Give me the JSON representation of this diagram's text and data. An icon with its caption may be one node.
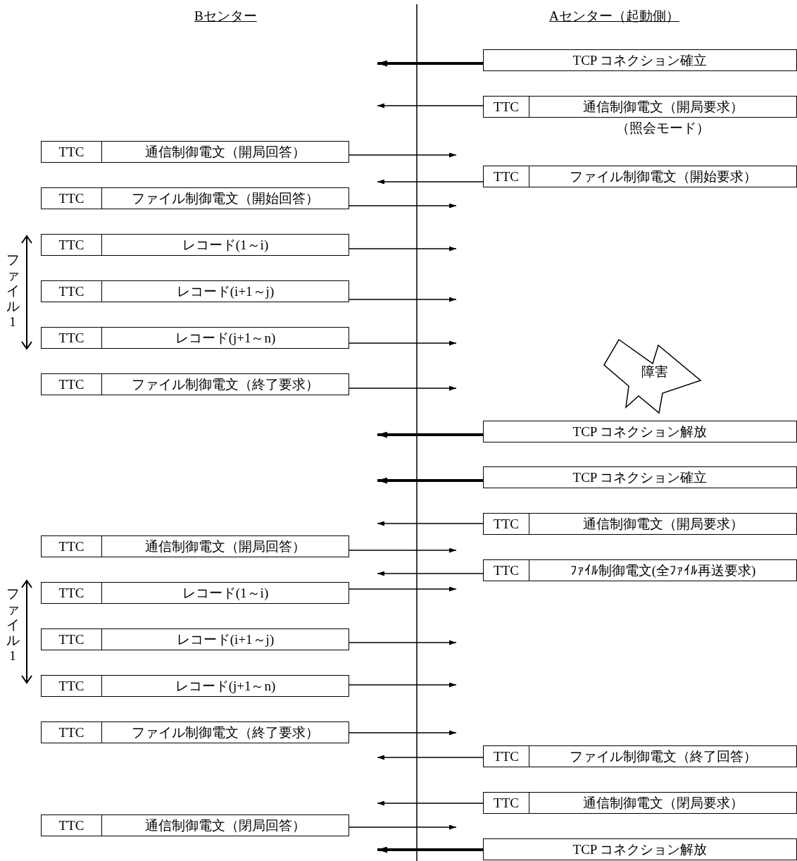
{
  "diagram": {
    "nodes": [
      {
        "text": [
          "TCP コネクション確立"
        ]
      },
      {
        "text": [
          "TTC",
          "通信制御電文（開局要求）"
        ],
        "beside": [
          "（照会モード）"
        ]
      },
      {
        "text": [
          "TTC",
          "通信制御電文（開局回答）"
        ]
      },
      {
        "text": [
          "TTC",
          "ファイル制御電文（開始要求）"
        ]
      },
      {
        "text": [
          "TTC",
          "ファイル制御電文（開始回答）"
        ]
      },
      {
        "text": [
          "TTC",
          "レコード(1～i)"
        ]
      },
      {
        "text": [
          "TTC",
          "レコード(i+1～j)"
        ]
      },
      {
        "text": [
          "TTC",
          "レコード(j+1～n)"
        ]
      },
      {
        "text": [
          "TTC",
          "ファイル制御電文（終了要求）"
        ]
      },
      {
        "text": [
          "障害"
        ]
      },
      {
        "text": [
          "TCP コネクション解放"
        ]
      },
      {
        "text": [
          "TCP コネクション確立"
        ]
      },
      {
        "text": [
          "TTC",
          "通信制御電文（開局要求）"
        ]
      },
      {
        "text": [
          "TTC",
          "通信制御電文（開局回答）"
        ]
      },
      {
        "text": [
          "TTC",
          "ﾌｧｲﾙ制御電文(全ﾌｧｲﾙ再送要求)"
        ]
      },
      {
        "text": [
          "TTC",
          "レコード(1～i)"
        ]
      },
      {
        "text": [
          "TTC",
          "レコード(i+1～j)"
        ]
      },
      {
        "text": [
          "TTC",
          "レコード(j+1～n)"
        ]
      },
      {
        "text": [
          "TTC",
          "ファイル制御電文（終了要求）"
        ]
      },
      {
        "text": [
          "TTC",
          "ファイル制御電文（終了回答）"
        ]
      },
      {
        "text": [
          "TTC",
          "通信制御電文（閉局要求）"
        ]
      },
      {
        "text": [
          "TTC",
          "通信制御電文（閉局回答）"
        ]
      },
      {
        "text": [
          "TCP コネクション解放"
        ]
      }
    ],
    "edges": [
      {
        "from": 0,
        "to": null,
        "arrow": "to",
        "style": "thick"
      },
      {
        "from": 1,
        "to": null,
        "arrow": "to"
      },
      {
        "from": 2,
        "to": null,
        "arrow": "to"
      },
      {
        "from": 3,
        "to": null,
        "arrow": "to"
      },
      {
        "from": 4,
        "to": null,
        "arrow": "to"
      },
      {
        "from": 5,
        "to": null,
        "arrow": "to"
      },
      {
        "from": 6,
        "to": null,
        "arrow": "to"
      },
      {
        "from": 7,
        "to": null,
        "arrow": "to"
      },
      {
        "from": 8,
        "to": null,
        "arrow": "to"
      },
      {
        "from": 10,
        "to": null,
        "arrow": "to",
        "style": "thick"
      },
      {
        "from": 11,
        "to": null,
        "arrow": "to",
        "style": "thick"
      },
      {
        "from": 12,
        "to": null,
        "arrow": "to"
      },
      {
        "from": 13,
        "to": null,
        "arrow": "to"
      },
      {
        "from": 14,
        "to": null,
        "arrow": "to"
      },
      {
        "from": 15,
        "to": null,
        "arrow": "to"
      },
      {
        "from": 16,
        "to": null,
        "arrow": "to"
      },
      {
        "from": 17,
        "to": null,
        "arrow": "to"
      },
      {
        "from": 18,
        "to": null,
        "arrow": "to"
      },
      {
        "from": 19,
        "to": null,
        "arrow": "to"
      },
      {
        "from": 20,
        "to": null,
        "arrow": "to"
      },
      {
        "from": 21,
        "to": null,
        "arrow": "to"
      },
      {
        "from": 22,
        "to": null,
        "arrow": "to",
        "style": "thick"
      }
    ],
    "labels": [
      "Bセンター",
      "Aセンター（起動側）",
      "ファイル1",
      "ファイル1"
    ]
  }
}
